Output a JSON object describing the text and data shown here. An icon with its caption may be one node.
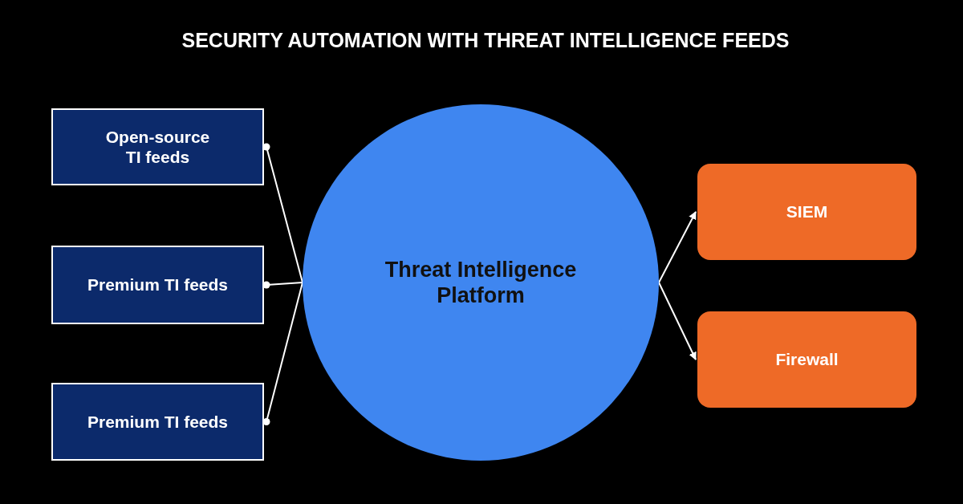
{
  "diagram": {
    "title": "SECURITY AUTOMATION WITH THREAT INTELLIGENCE FEEDS",
    "nodes": [
      {
        "text": [
          "Open-source TI feeds"
        ]
      },
      {
        "text": [
          "Premium TI feeds"
        ]
      },
      {
        "text": [
          "Premium TI feeds"
        ]
      },
      {
        "text": [
          "Threat Intelligence Platform"
        ]
      },
      {
        "text": [
          "SIEM"
        ]
      },
      {
        "text": [
          "Firewall"
        ]
      }
    ],
    "edges": [
      {
        "from": 0,
        "to": 3,
        "arrow": "other"
      },
      {
        "from": 1,
        "to": 3,
        "arrow": "other"
      },
      {
        "from": 2,
        "to": 3,
        "arrow": "other"
      },
      {
        "from": 3,
        "to": 4,
        "arrow": "to"
      },
      {
        "from": 3,
        "to": 5,
        "arrow": "to"
      }
    ]
  }
}
